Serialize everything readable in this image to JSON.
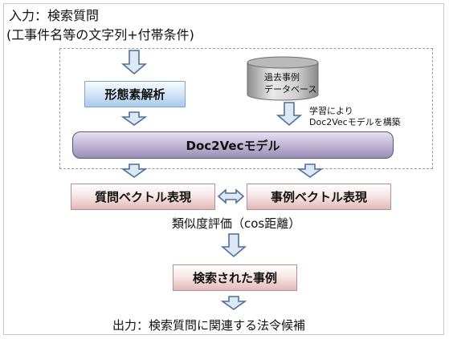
{
  "input": {
    "line1": "入力：検索質問",
    "line2": "(工事件名等の文字列+付帯条件)"
  },
  "morph_box": "形態素解析",
  "database": {
    "line1": "過去事例",
    "line2": "データベース"
  },
  "learn_note": {
    "line1": "学習により",
    "line2": "Doc2Vecモデルを構築"
  },
  "model_box": "Doc2Vecモデル",
  "query_vec": "質問ベクトル表現",
  "case_vec": "事例ベクトル表現",
  "similarity": "類似度評価（cos距離）",
  "retrieved": "検索された事例",
  "output": "出力：検索質問に関連する法令候補",
  "colors": {
    "arrow_fill": "#dde8f5",
    "arrow_stroke": "#4f6f99",
    "blue_box": "#cfe3f6",
    "pink_box": "#f1d6d6",
    "model_box": "#bcb2d1"
  }
}
